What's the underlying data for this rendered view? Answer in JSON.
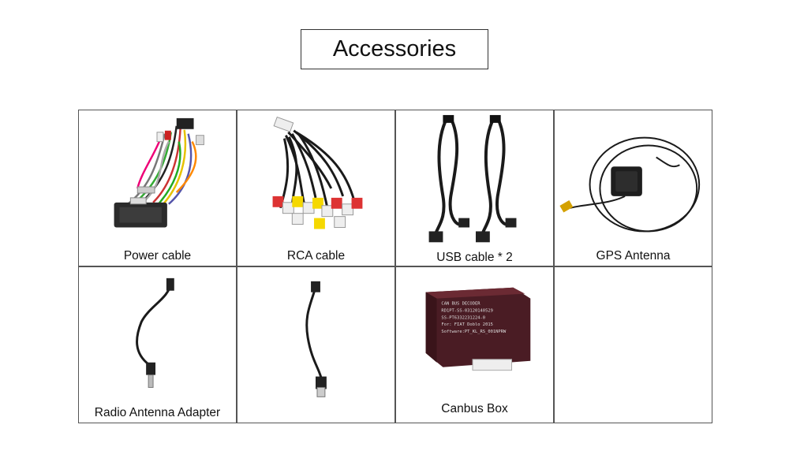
{
  "title": "Accessories",
  "items": [
    {
      "label": "Power cable",
      "image": "wiring-harness-image"
    },
    {
      "label": "RCA cable",
      "image": "rca-cable-image"
    },
    {
      "label": "USB cable * 2",
      "image": "usb-cable-image"
    },
    {
      "label": "GPS Antenna",
      "image": "gps-antenna-image"
    },
    {
      "label": "Radio Antenna Adapter",
      "image": "radio-antenna-adapter-image"
    },
    {
      "label": "",
      "image": "usb-adapter-cable-image"
    },
    {
      "label": "Canbus Box",
      "image": "canbus-box-image"
    },
    {
      "label": "",
      "image": "empty"
    }
  ],
  "canbus_text": [
    "CAN BUS DECODER",
    "RD1PT-SS-03120140529",
    "SS-PT6332231224-0",
    "For: FIAT Doblo 2015",
    "Software:PT_KL_RS_001NPRW"
  ]
}
